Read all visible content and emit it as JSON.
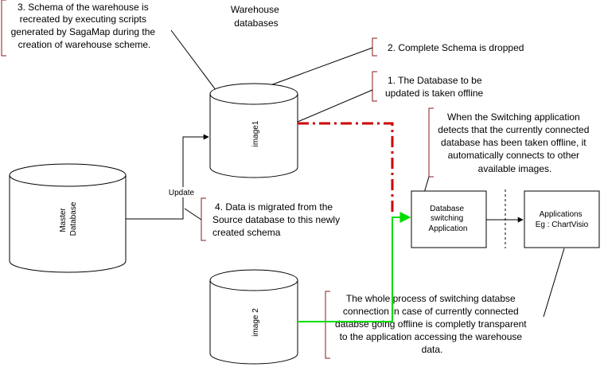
{
  "title": {
    "lines": [
      "Warehouse",
      "databases"
    ]
  },
  "databases": {
    "master": {
      "lines": [
        "Master",
        "Database"
      ]
    },
    "image1": {
      "label": "image1"
    },
    "image2": {
      "label": "image 2"
    }
  },
  "edges": {
    "update_label": "Update"
  },
  "boxes": {
    "switching": {
      "lines": [
        "Database",
        "switching",
        "Application"
      ]
    },
    "applications": {
      "lines": [
        "Applications",
        "Eg : ChartVisio"
      ]
    }
  },
  "notes": {
    "schema_recreated": {
      "lines": [
        "3. Schema of the warehouse is",
        "recreated  by executing scripts",
        "generated by SagaMap during the",
        "creation of warehouse scheme."
      ]
    },
    "schema_dropped": {
      "lines": [
        "2. Complete Schema is dropped"
      ]
    },
    "taken_offline": {
      "lines": [
        "1. The Database to be",
        "updated is taken offline"
      ]
    },
    "auto_connect": {
      "lines": [
        "When the Switching application",
        "detects that the currently connected",
        "database has been taken offline, it",
        "automatically connects to  other",
        "available images."
      ]
    },
    "data_migrated": {
      "lines": [
        "4. Data is migrated from the",
        "Source database to this newly",
        "created schema"
      ]
    },
    "transparent": {
      "lines": [
        "The whole process of switching databse",
        "connection in case of currently connected",
        "databse going offline is completly transparent",
        "to the application accessing the  warehouse",
        "data."
      ]
    }
  },
  "colors": {
    "offline_link": "#cc0000",
    "active_link": "#00dd00",
    "note_bracket": "#8b1a1a",
    "stroke": "#000000"
  }
}
